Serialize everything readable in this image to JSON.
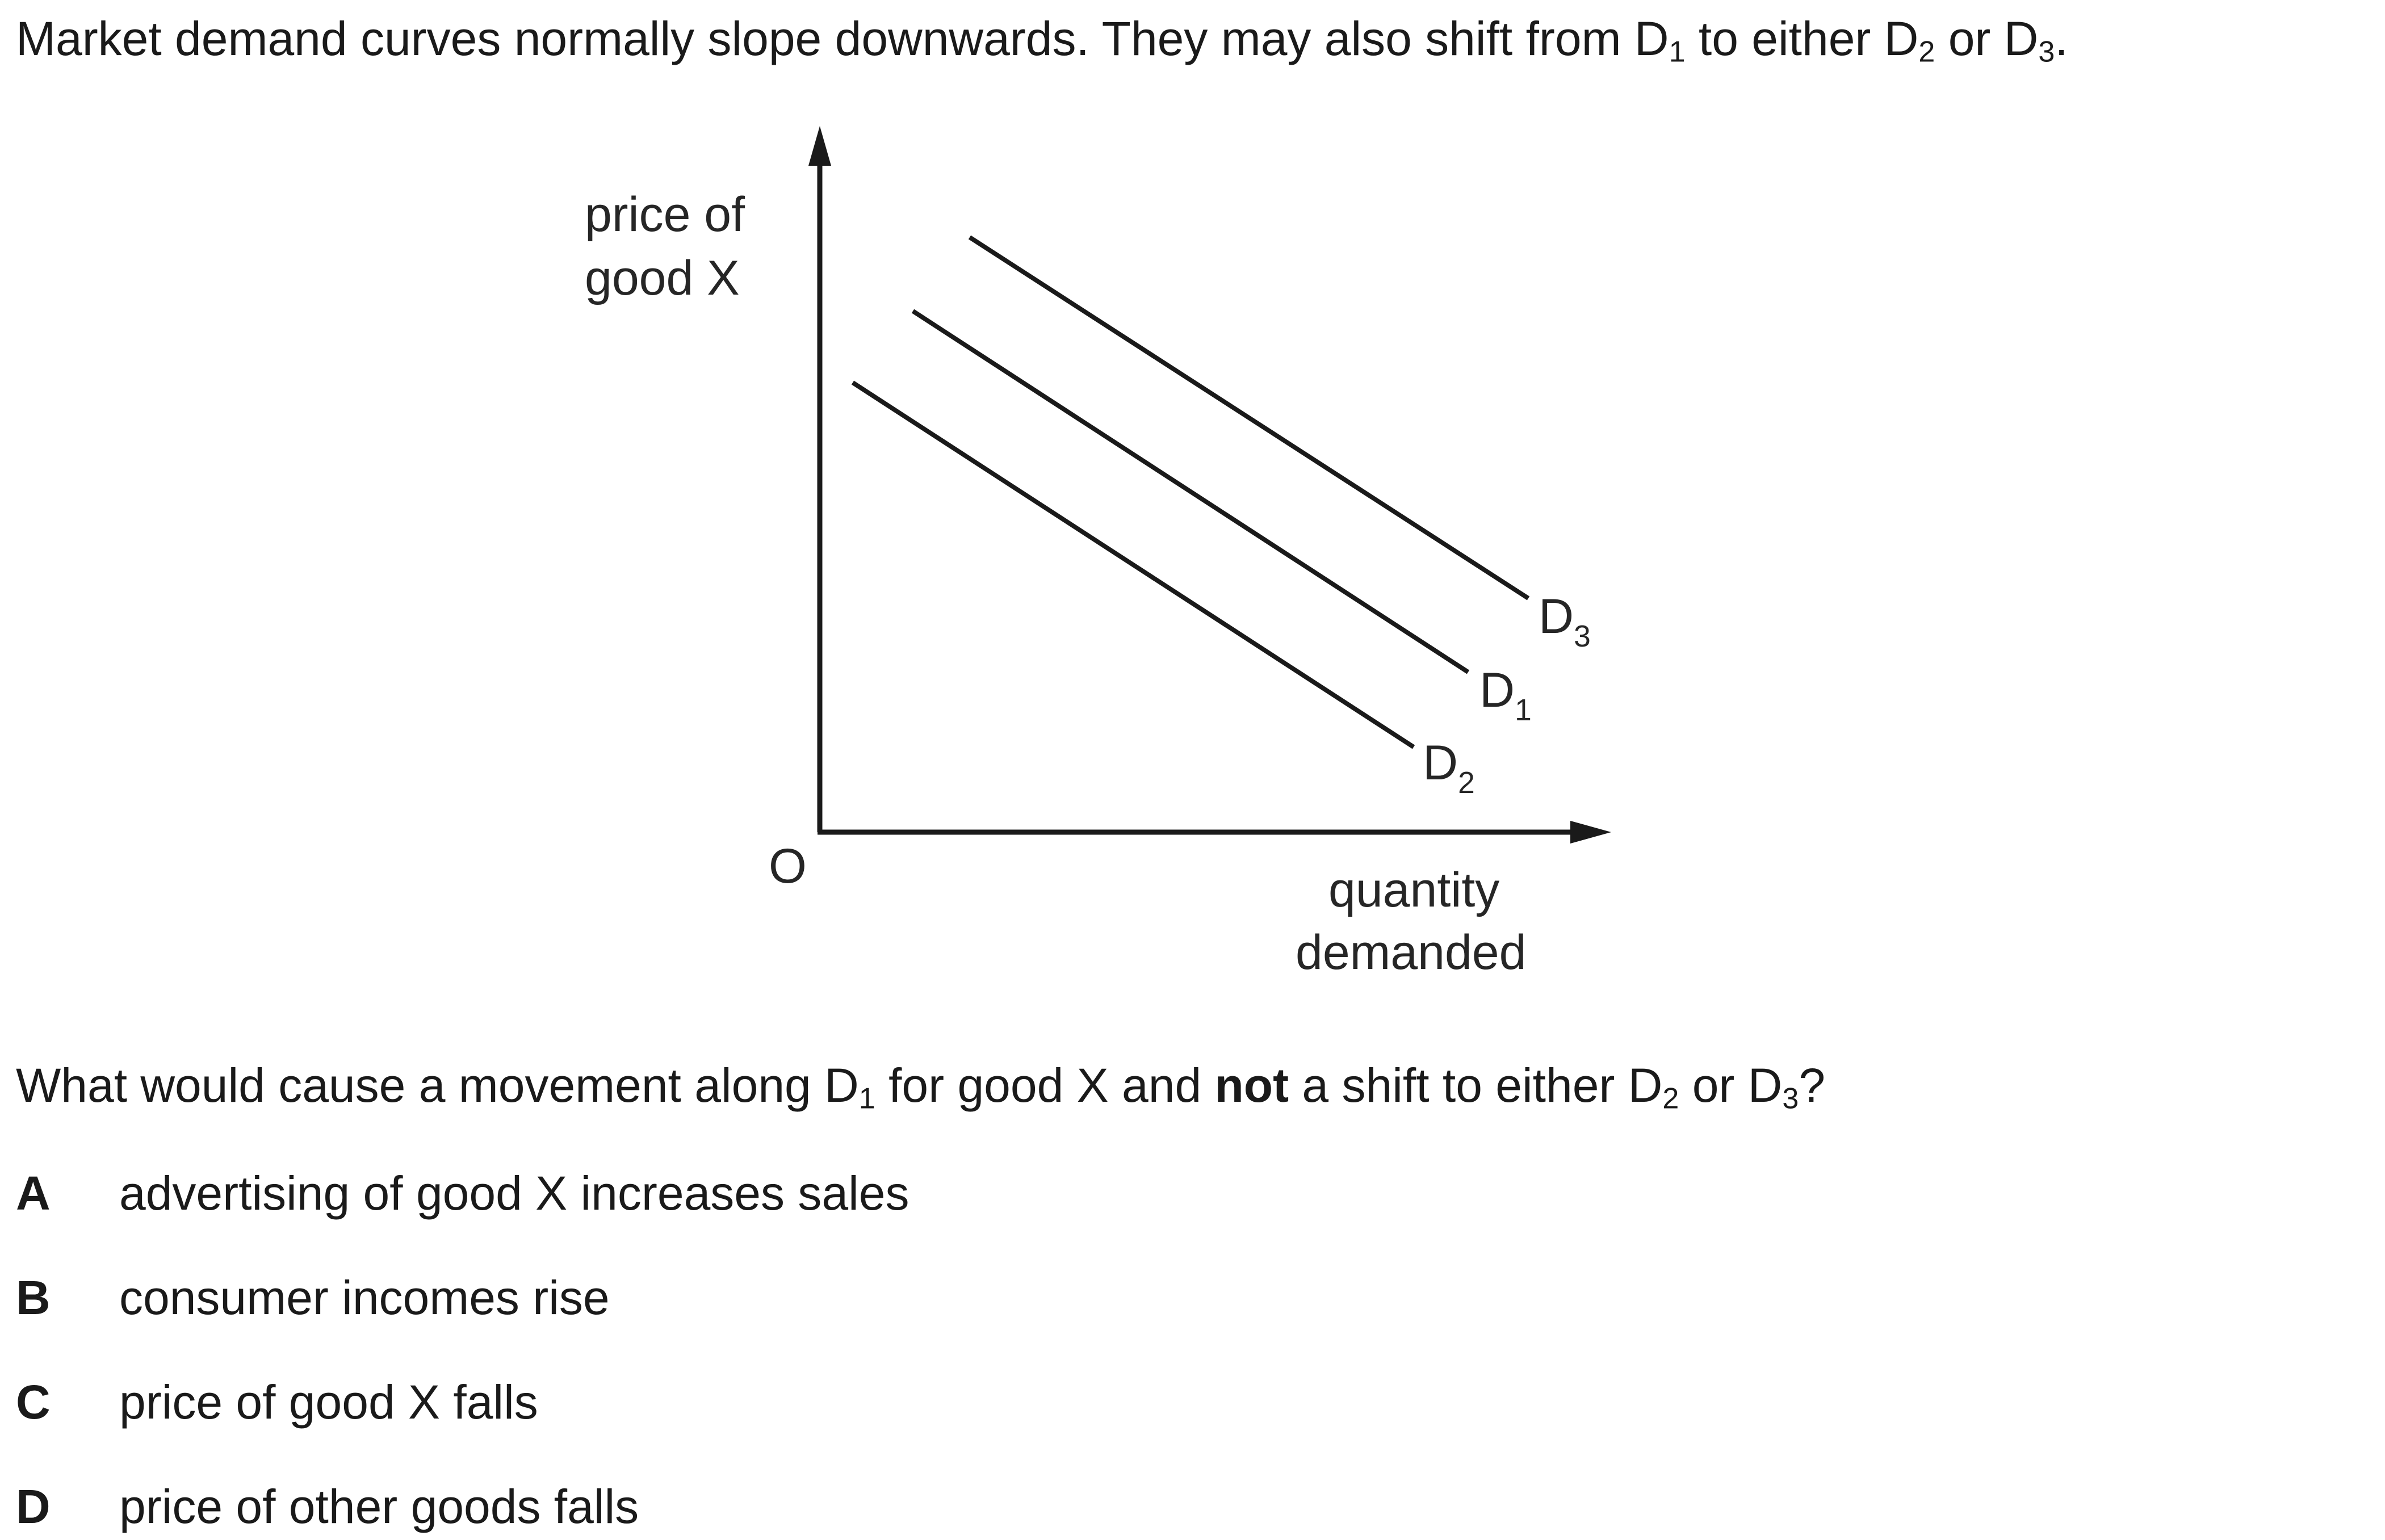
{
  "intro": {
    "text_a": "Market demand curves normally slope downwards. They may also shift from D",
    "sub_a": "1",
    "text_b": " to either D",
    "sub_b": "2",
    "text_c": " or D",
    "sub_c": "3",
    "text_d": "."
  },
  "diagram": {
    "y_axis_label_line1": "price of",
    "y_axis_label_line2": "good X",
    "origin_label": "O",
    "x_axis_label_line1": "quantity",
    "x_axis_label_line2": "demanded",
    "curves": [
      {
        "letter": "D",
        "sub": "3"
      },
      {
        "letter": "D",
        "sub": "1"
      },
      {
        "letter": "D",
        "sub": "2"
      }
    ]
  },
  "question": {
    "text_a": "What would cause a movement along D",
    "sub_a": "1",
    "text_b": " for good X and ",
    "bold": "not",
    "text_c": " a shift to either D",
    "sub_b": "2",
    "text_d": " or D",
    "sub_c": "3",
    "text_e": "?"
  },
  "options": [
    {
      "letter": "A",
      "text": "advertising of good X increases sales"
    },
    {
      "letter": "B",
      "text": "consumer incomes rise"
    },
    {
      "letter": "C",
      "text": "price of good X falls"
    },
    {
      "letter": "D",
      "text": "price of other goods falls"
    }
  ]
}
